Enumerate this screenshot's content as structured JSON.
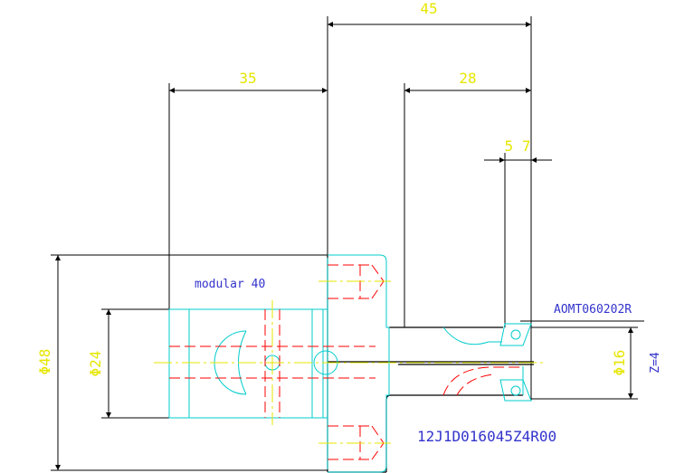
{
  "dimensions": {
    "d45": "45",
    "d35": "35",
    "d28": "28",
    "d57": "5 7",
    "dia48": "Φ48",
    "dia24": "Φ24",
    "dia16": "Φ16",
    "z4": "Z=4"
  },
  "notes": {
    "modular": "modular 40",
    "insert": "AOMT060202R",
    "partno": "12J1D016045Z4R00"
  },
  "colors": {
    "dimension": "#e6e600",
    "outline_black": "#000000",
    "outline_cyan": "#00cccc",
    "hidden_red": "#ff0000",
    "center_yellow": "#e6e600",
    "note_blue": "#3333cc"
  }
}
